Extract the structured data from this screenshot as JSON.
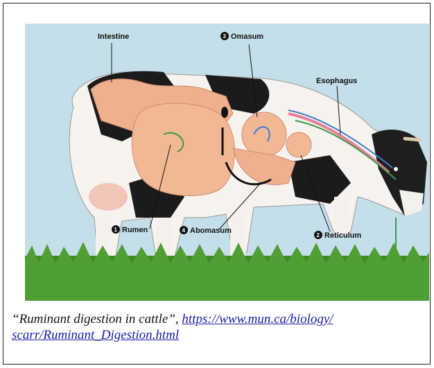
{
  "figure": {
    "labels": {
      "intestine": "Intestine",
      "omasum": "Omasum",
      "omasum_num": "3",
      "esophagus": "Esophagus",
      "rumen": "Rumen",
      "rumen_num": "1",
      "abomasum": "Abomasum",
      "abomasum_num": "4",
      "reticulum": "Reticulum",
      "reticulum_num": "2"
    }
  },
  "caption": {
    "quote": "“Ruminant digestion in cattle”,",
    "link_line1": "https://www.mun.ca/biology/",
    "link_line2": "scarr/Ruminant_Digestion.html"
  }
}
